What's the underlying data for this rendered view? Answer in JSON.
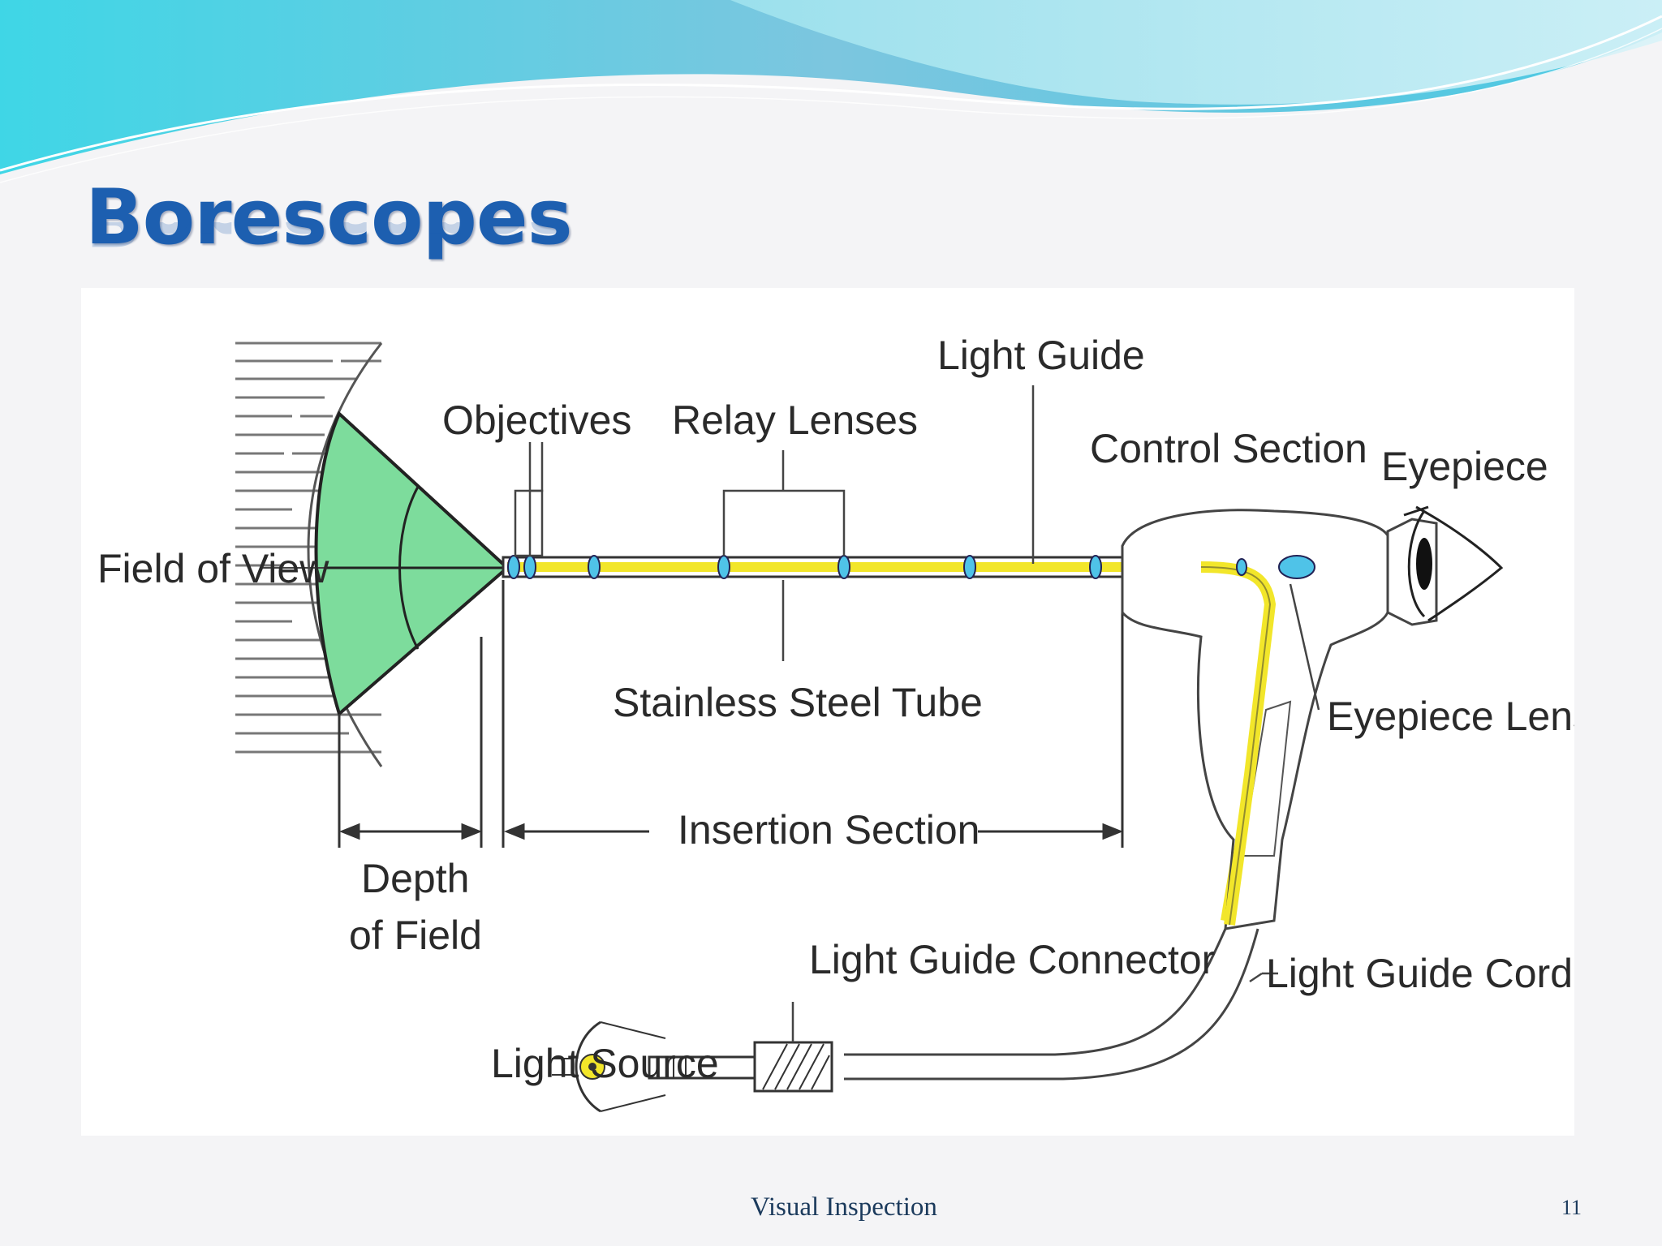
{
  "slide": {
    "title": "Borescopes",
    "footer": "Visual Inspection",
    "page_number": "11"
  },
  "diagram": {
    "labels": {
      "field_of_view": "Field of View",
      "objectives": "Objectives",
      "relay_lenses": "Relay Lenses",
      "light_guide": "Light Guide",
      "control_section": "Control Section",
      "eyepiece": "Eyepiece",
      "stainless_steel_tube": "Stainless Steel Tube",
      "eyepiece_lens": "Eyepiece Lens",
      "insertion_section": "Insertion Section",
      "depth_of_field_line1": "Depth",
      "depth_of_field_line2": "of Field",
      "light_guide_connector": "Light Guide Connector",
      "light_guide_cord": "Light Guide Cord",
      "light_source": "Light Source"
    }
  },
  "colors": {
    "title": "#1d5fb0",
    "fov_fill": "#7ddc9c",
    "light_guide": "#f2e62a",
    "lens": "#4fc3e8",
    "footer": "#1b3a5c"
  }
}
